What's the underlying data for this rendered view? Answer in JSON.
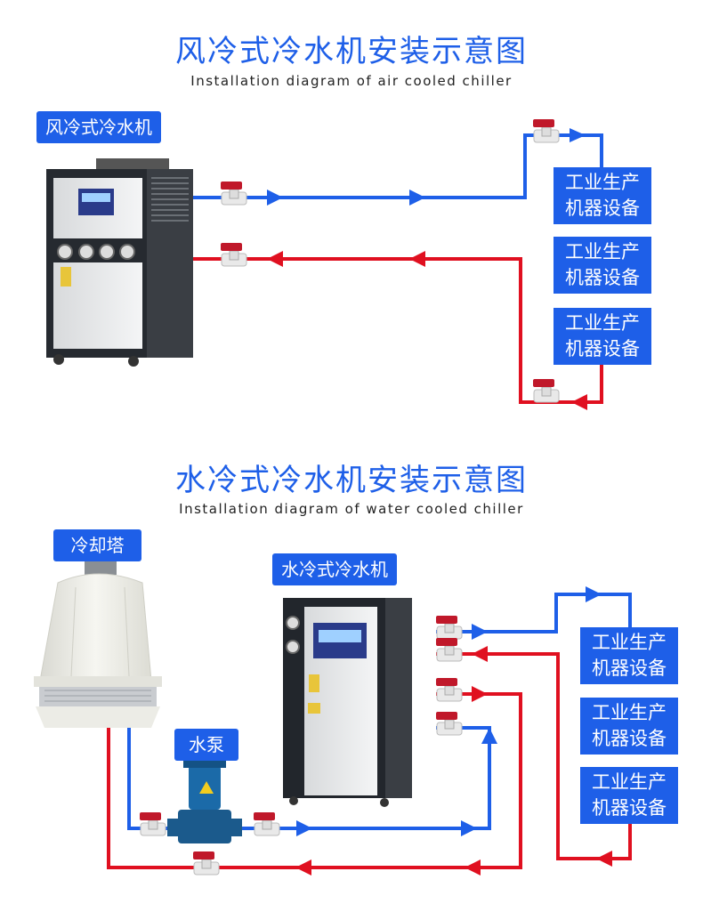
{
  "air": {
    "title": "风冷式冷水机安装示意图",
    "subtitle": "Installation diagram of air cooled chiller",
    "chiller_label": "风冷式冷水机",
    "equipment": [
      {
        "line1": "工业生产",
        "line2": "机器设备"
      },
      {
        "line1": "工业生产",
        "line2": "机器设备"
      },
      {
        "line1": "工业生产",
        "line2": "机器设备"
      }
    ]
  },
  "water": {
    "title": "水冷式冷水机安装示意图",
    "subtitle": "Installation diagram of water cooled chiller",
    "tower_label": "冷却塔",
    "pump_label": "水泵",
    "chiller_label": "水冷式冷水机",
    "equipment": [
      {
        "line1": "工业生产",
        "line2": "机器设备"
      },
      {
        "line1": "工业生产",
        "line2": "机器设备"
      },
      {
        "line1": "工业生产",
        "line2": "机器设备"
      }
    ]
  },
  "colors": {
    "supply": "#1e5fe8",
    "return": "#e01020",
    "label_bg": "#1e5fe8",
    "valve": "#c0182a"
  }
}
